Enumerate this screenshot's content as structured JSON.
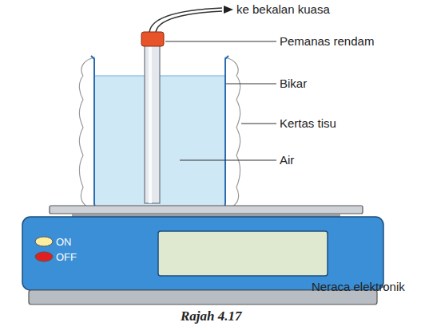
{
  "diagram": {
    "caption": "Rajah 4.17",
    "labels": [
      "ke bekalan kuasa",
      "Pemanas rendam",
      "Bikar",
      "Kertas tisu",
      "Air",
      "ON",
      "OFF",
      "Neraca elektronik"
    ]
  }
}
